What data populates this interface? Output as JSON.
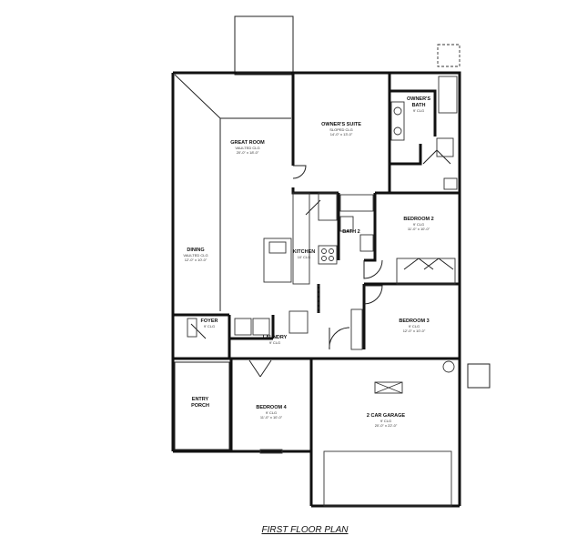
{
  "title": "FIRST FLOOR PLAN",
  "rooms": [
    {
      "id": "great-room",
      "name": "GREAT ROOM",
      "sub1": "VAULTED CLG",
      "sub2": "20'-0\" x 18'-0\""
    },
    {
      "id": "owners-suite",
      "name": "OWNER'S SUITE",
      "sub1": "SLOPED CLG",
      "sub2": "14'-0\" x 13'-0\""
    },
    {
      "id": "owners-bath",
      "name": "OWNER'S",
      "sub1": "BATH",
      "sub2": "9' CLG"
    },
    {
      "id": "bedroom-2",
      "name": "BEDROOM 2",
      "sub1": "9' CLG",
      "sub2": "11'-0\" x 10'-0\""
    },
    {
      "id": "bath-2",
      "name": "BATH 2",
      "sub1": "",
      "sub2": ""
    },
    {
      "id": "kitchen",
      "name": "KITCHEN",
      "sub1": "10' CLG",
      "sub2": ""
    },
    {
      "id": "dining",
      "name": "DINING",
      "sub1": "VAULTED CLG",
      "sub2": "12'-0\" x 10'-0\""
    },
    {
      "id": "bedroom-3",
      "name": "BEDROOM 3",
      "sub1": "9' CLG",
      "sub2": "12'-0\" x 10'-0\""
    },
    {
      "id": "foyer",
      "name": "FOYER",
      "sub1": "9' CLG",
      "sub2": ""
    },
    {
      "id": "laundry",
      "name": "LAUNDRY",
      "sub1": "9' CLG",
      "sub2": ""
    },
    {
      "id": "entry-porch",
      "name": "ENTRY",
      "sub1": "PORCH",
      "sub2": ""
    },
    {
      "id": "bedroom-4",
      "name": "BEDROOM 4",
      "sub1": "9' CLG",
      "sub2": "11'-0\" x 10'-0\""
    },
    {
      "id": "garage",
      "name": "2 CAR GARAGE",
      "sub1": "9' CLG",
      "sub2": "20'-0\" x 22'-0\""
    }
  ]
}
